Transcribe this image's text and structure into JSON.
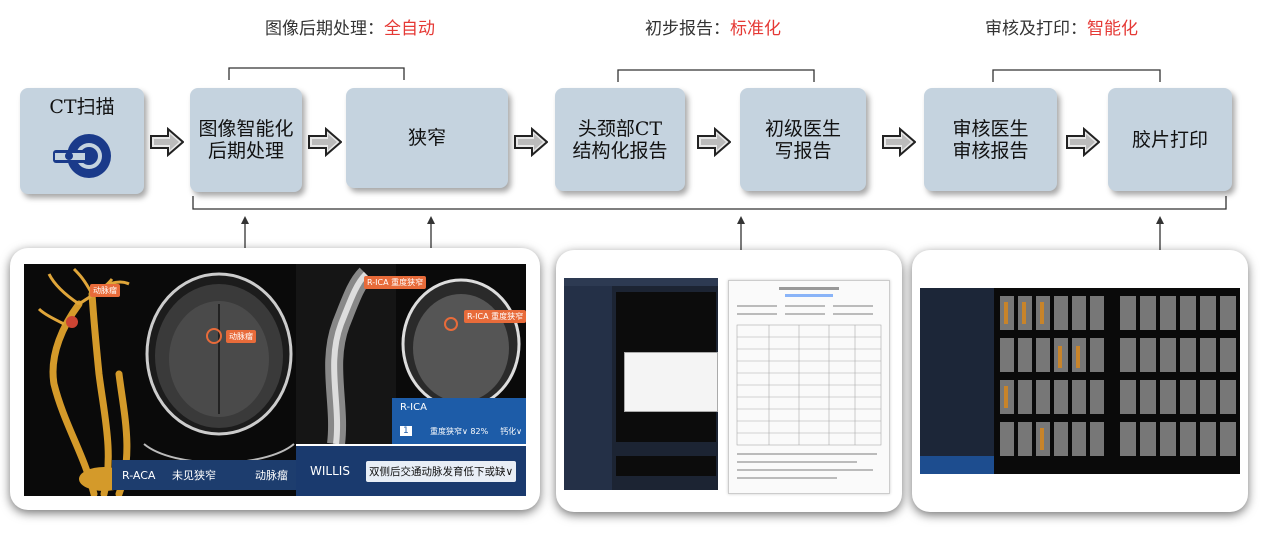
{
  "headers": [
    {
      "prefix": "图像后期处理：",
      "highlight": "全自动"
    },
    {
      "prefix": "初步报告：",
      "highlight": "标准化"
    },
    {
      "prefix": "审核及打印：",
      "highlight": "智能化"
    }
  ],
  "steps": [
    {
      "label": "CT扫描"
    },
    {
      "label": "图像智能化\n后期处理"
    },
    {
      "label": "狭窄"
    },
    {
      "label": "头颈部CT\n结构化报告"
    },
    {
      "label": "初级医生\n写报告"
    },
    {
      "label": "审核医生\n审核报告"
    },
    {
      "label": "胶片打印"
    }
  ],
  "panel1": {
    "tag_aneurysm_1": "动脉瘤",
    "tag_aneurysm_2": "动脉瘤",
    "bar_left": "R-ACA",
    "bar_mid": "未见狭窄",
    "bar_right": "动脉瘤",
    "tag_rica_1": "R-ICA 重度狭窄",
    "tag_rica_2": "R-ICA 重度狭窄",
    "rica_title": "R-ICA",
    "rica_num": "1",
    "rica_sten": "重度狭窄∨ 82%",
    "rica_calc": "钙化∨",
    "willis_label": "WILLIS",
    "willis_value": "双侧后交通动脉发育低下或缺∨"
  }
}
